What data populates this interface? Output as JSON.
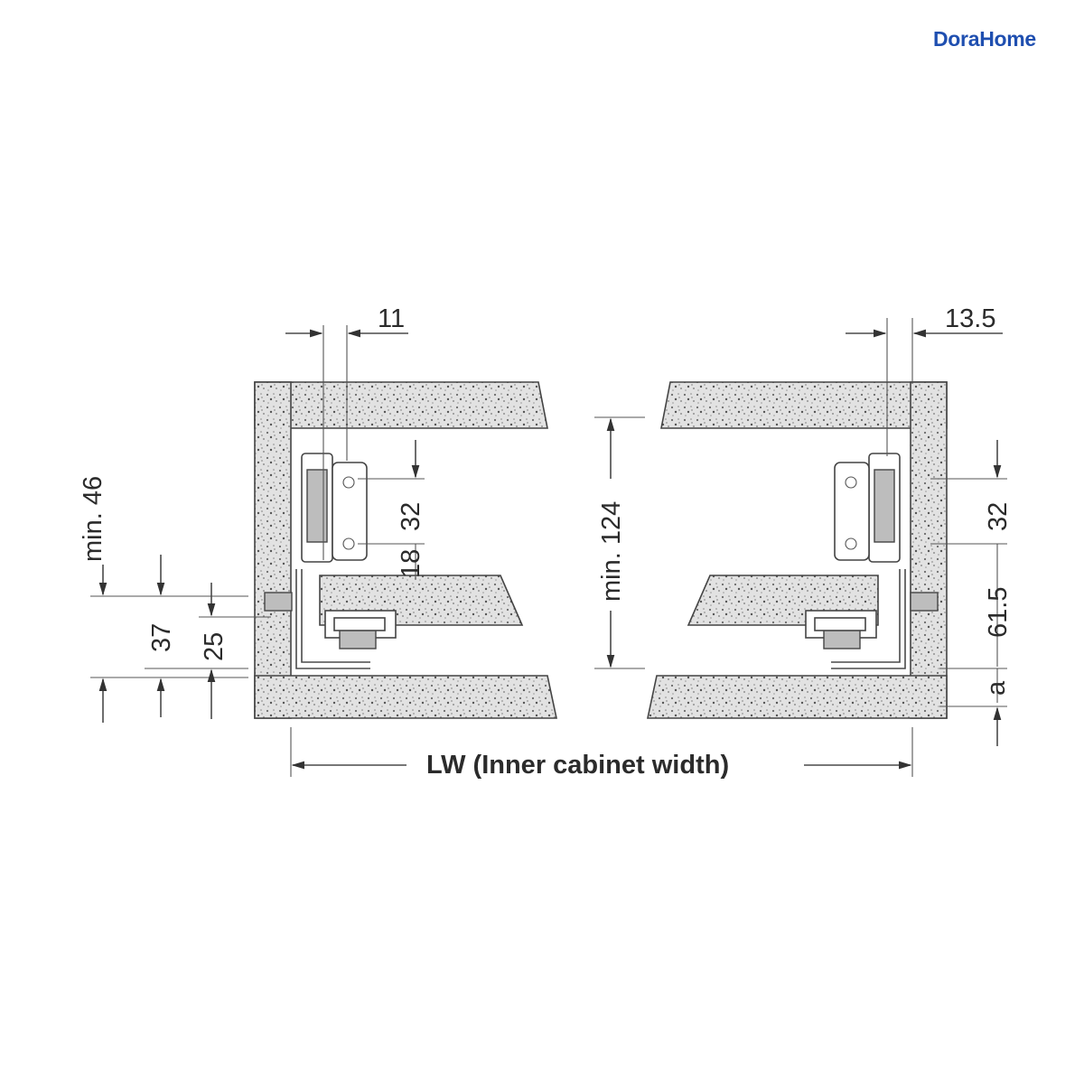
{
  "brand": {
    "name": "DoraHome",
    "color": "#1f4fb0"
  },
  "diagram": {
    "labels": {
      "top_left": "11",
      "top_right": "13.5",
      "left_min": "min. 46",
      "left_37": "37",
      "left_25": "25",
      "left_32": "32",
      "left_18": "18",
      "center_min": "min. 124",
      "right_32": "32",
      "right_61": "61.5",
      "right_a": "a",
      "bottom": "LW (Inner cabinet width)"
    }
  }
}
